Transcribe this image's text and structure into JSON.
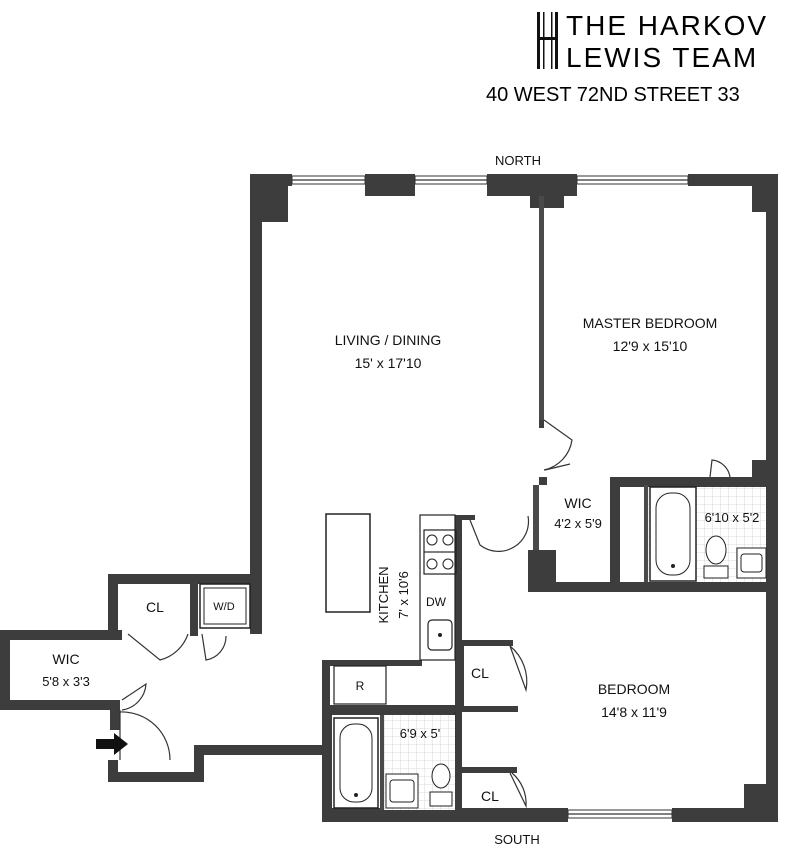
{
  "brand": {
    "line1": "THE HARKOV",
    "line2": "LEWIS TEAM"
  },
  "address": "40 WEST 72ND STREET 33",
  "compass": {
    "north": "NORTH",
    "south": "SOUTH"
  },
  "rooms": {
    "living": {
      "name": "LIVING / DINING",
      "size": "15' x 17'10"
    },
    "master": {
      "name": "MASTER BEDROOM",
      "size": "12'9 x 15'10"
    },
    "wic_master": {
      "name": "WIC",
      "size": "4'2 x 5'9"
    },
    "bath_master": {
      "size": "6'10 x 5'2"
    },
    "kitchen": {
      "name": "KITCHEN",
      "size": "7' x 10'6"
    },
    "bedroom": {
      "name": "BEDROOM",
      "size": "14'8 x 11'9"
    },
    "wic_entry": {
      "name": "WIC",
      "size": "5'8 x 3'3"
    },
    "bath_second": {
      "size": "6'9 x 5'"
    }
  },
  "fixtures": {
    "closet": "CL",
    "washer_dryer": "W/D",
    "dishwasher": "DW",
    "refrigerator": "R"
  },
  "colors": {
    "wall": "#3d3d3d",
    "tile": "#cfcfcf"
  }
}
